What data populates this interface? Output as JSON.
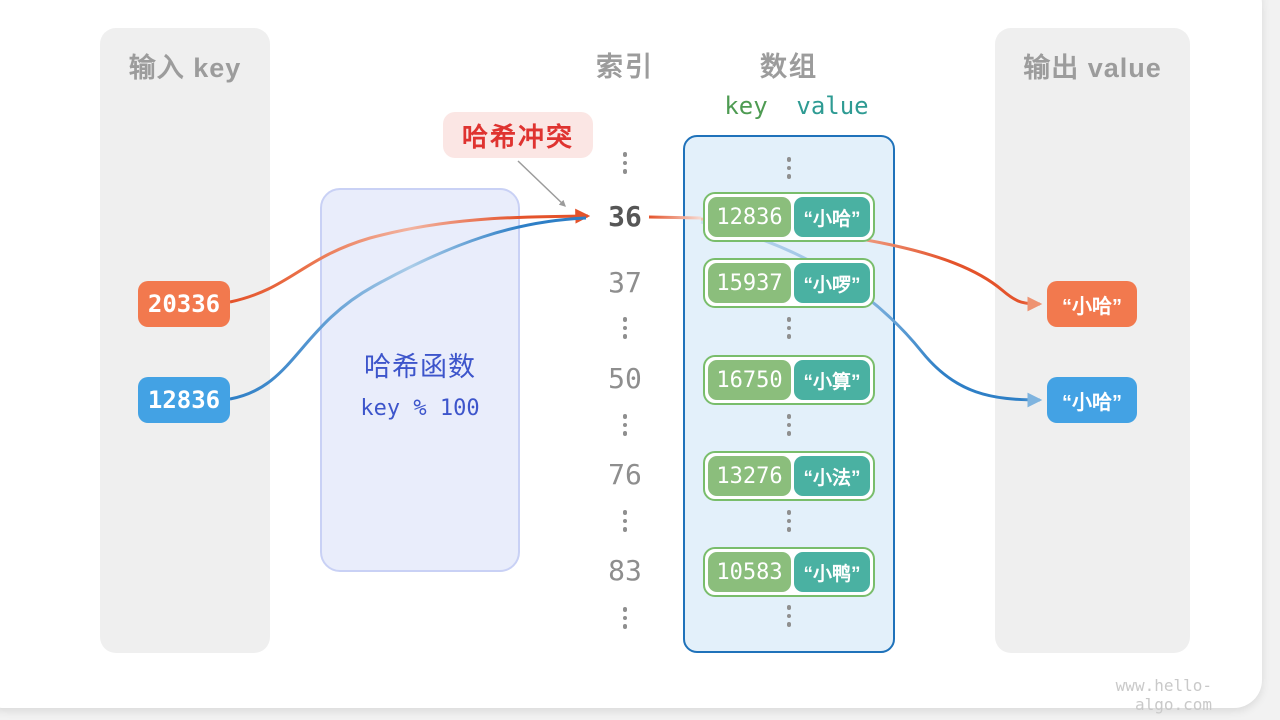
{
  "panels": {
    "input": {
      "title": "输入 key",
      "keys": [
        {
          "label": "20336",
          "color": "#f2794e"
        },
        {
          "label": "12836",
          "color": "#43a2e4"
        }
      ]
    },
    "output": {
      "title": "输出 value",
      "values": [
        {
          "label": "“小哈”",
          "color": "#f2794e"
        },
        {
          "label": "“小哈”",
          "color": "#43a2e4"
        }
      ]
    }
  },
  "hash_function": {
    "title": "哈希函数",
    "formula": "key % 100"
  },
  "collision_badge": {
    "label": "哈希冲突",
    "text_color": "#df3330",
    "bg_color": "#fbe6e4"
  },
  "index_column": {
    "title": "索引",
    "rows": [
      "36",
      "37",
      "50",
      "76",
      "83"
    ],
    "highlighted": "36"
  },
  "array_column": {
    "title": "数组",
    "key_header": "key",
    "value_header": "value",
    "entries": [
      {
        "key": "12836",
        "value": "“小哈”"
      },
      {
        "key": "15937",
        "value": "“小啰”"
      },
      {
        "key": "16750",
        "value": "“小算”"
      },
      {
        "key": "13276",
        "value": "“小法”"
      },
      {
        "key": "10583",
        "value": "“小鸭”"
      }
    ]
  },
  "colors": {
    "orange_arrow": "#e4532b",
    "blue_arrow": "#2e7fc6",
    "array_border": "#1f72ba",
    "entry_border": "#79bd6b",
    "key_pill": "#8bbe7c",
    "value_pill": "#4ab1a2",
    "hash_box_text": "#3d55cb"
  },
  "footer": {
    "url": "www.hello-algo.com"
  }
}
